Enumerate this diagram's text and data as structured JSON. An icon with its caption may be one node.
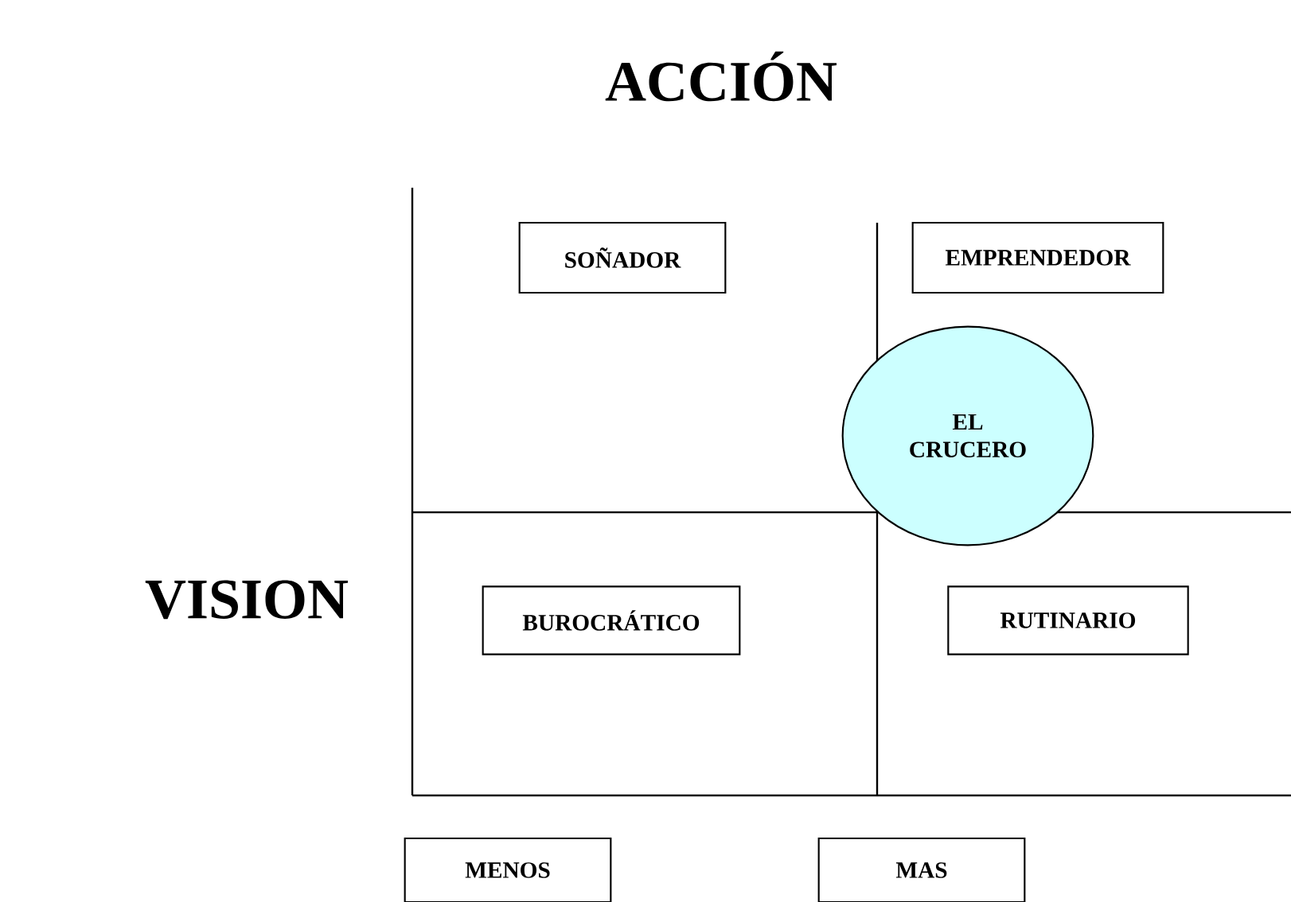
{
  "diagram": {
    "title": "ACCIÓN",
    "nodes": [
      {
        "text": [
          "SOÑADOR"
        ]
      },
      {
        "text": [
          "EMPRENDEDOR"
        ]
      },
      {
        "text": [
          "EL CRUCERO"
        ]
      },
      {
        "text": [
          "BUROCRÁTICO"
        ]
      },
      {
        "text": [
          "RUTINARIO"
        ]
      },
      {
        "text": [
          "MENOS"
        ]
      },
      {
        "text": [
          "MAS"
        ]
      }
    ],
    "labels": [
      "VISION"
    ]
  }
}
